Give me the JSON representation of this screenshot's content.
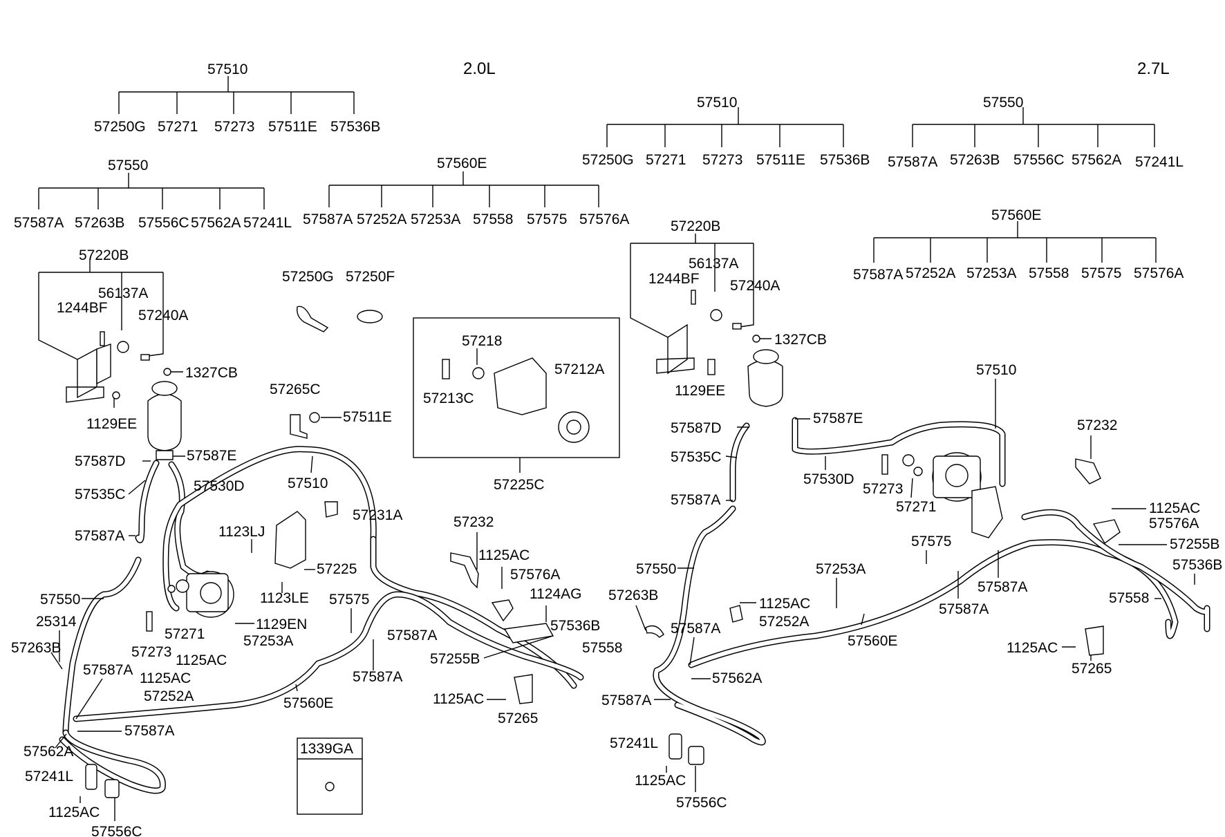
{
  "engine_labels": {
    "left": "2.0L",
    "right": "2.7L"
  },
  "labels": {
    "l_57510": "57510",
    "l_57250G": "57250G",
    "l_57271": "57271",
    "l_57273": "57273",
    "l_57511E": "57511E",
    "l_57536B": "57536B",
    "l_57550": "57550",
    "l_57587A": "57587A",
    "l_57263B": "57263B",
    "l_57556C": "57556C",
    "l_57562A": "57562A",
    "l_57241L": "57241L",
    "l_57560E": "57560E",
    "l_57252A": "57252A",
    "l_57253A": "57253A",
    "l_57558": "57558",
    "l_57575": "57575",
    "l_57576A": "57576A",
    "l_57220B": "57220B",
    "l_56137A": "56137A",
    "l_1244BF": "1244BF",
    "l_57240A": "57240A",
    "l_1327CB": "1327CB",
    "l_1129EE": "1129EE",
    "l_57250F": "57250F",
    "l_57218": "57218",
    "l_57213C": "57213C",
    "l_57212A": "57212A",
    "l_57225C": "57225C",
    "l_57265C": "57265C",
    "l_57587D": "57587D",
    "l_57587E": "57587E",
    "l_57535C": "57535C",
    "l_57530D": "57530D",
    "l_57231A": "57231A",
    "l_1123LJ": "1123LJ",
    "l_57225": "57225",
    "l_1123LE": "1123LE",
    "l_57232": "57232",
    "l_1125AC": "1125AC",
    "l_1124AG": "1124AG",
    "l_25314": "25314",
    "l_1129EN": "1129EN",
    "l_57255B": "57255B",
    "l_57265": "57265",
    "l_1339GA": "1339GA"
  },
  "colors": {
    "ink": "#000000",
    "background": "#ffffff"
  }
}
